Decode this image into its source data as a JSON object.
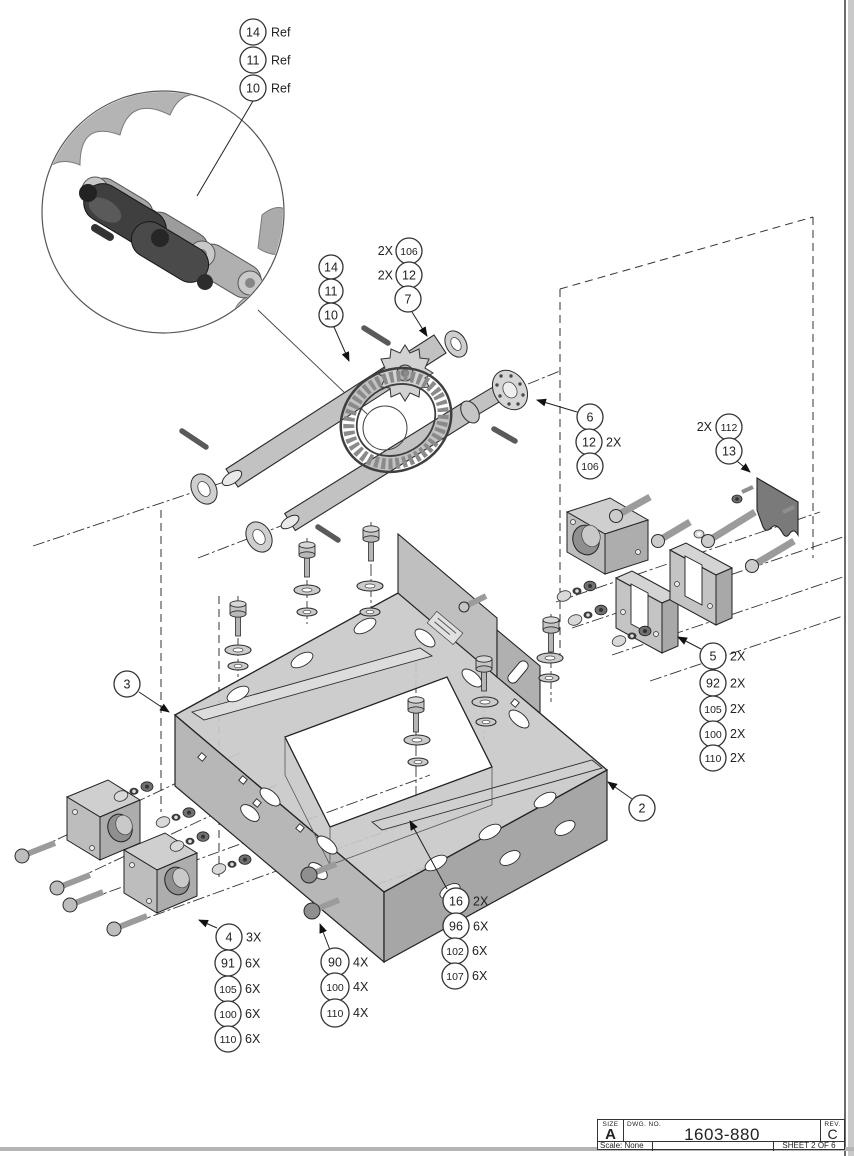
{
  "balloons": {
    "ref_stack": [
      {
        "num": "14",
        "note": "Ref"
      },
      {
        "num": "11",
        "note": "Ref"
      },
      {
        "num": "10",
        "note": "Ref"
      }
    ],
    "chain_stack": [
      {
        "num": "14"
      },
      {
        "num": "11"
      },
      {
        "num": "10"
      }
    ],
    "sprocket_stack": [
      {
        "qty": "2X",
        "num": "106"
      },
      {
        "qty": "2X",
        "num": "12"
      },
      {
        "num": "7"
      }
    ],
    "flange_stack": [
      {
        "num": "6"
      },
      {
        "num": "12",
        "qty": "2X"
      },
      {
        "num": "106"
      }
    ],
    "plate_stack": [
      {
        "qty": "2X",
        "num": "112"
      },
      {
        "num": "13"
      }
    ],
    "slide_stack": [
      {
        "num": "5",
        "qty": "2X"
      },
      {
        "num": "92",
        "qty": "2X"
      },
      {
        "num": "105",
        "qty": "2X"
      },
      {
        "num": "100",
        "qty": "2X"
      },
      {
        "num": "110",
        "qty": "2X"
      }
    ],
    "frame_left": {
      "num": "3"
    },
    "frame_right": {
      "num": "2"
    },
    "block_stack": [
      {
        "num": "4",
        "qty": "3X"
      },
      {
        "num": "91",
        "qty": "6X"
      },
      {
        "num": "105",
        "qty": "6X"
      },
      {
        "num": "100",
        "qty": "6X"
      },
      {
        "num": "110",
        "qty": "6X"
      }
    ],
    "bolt_stack": [
      {
        "num": "90",
        "qty": "4X"
      },
      {
        "num": "100",
        "qty": "4X"
      },
      {
        "num": "110",
        "qty": "4X"
      }
    ],
    "rail_stack": [
      {
        "num": "16",
        "qty": "2X"
      },
      {
        "num": "96",
        "qty": "6X"
      },
      {
        "num": "102",
        "qty": "6X"
      },
      {
        "num": "107",
        "qty": "6X"
      }
    ]
  },
  "title_block": {
    "size_label": "SIZE",
    "size_value": "A",
    "dwg_label": "DWG.  NO.",
    "dwg_value": "1603-880",
    "rev_label": "REV.",
    "rev_value": "C",
    "scale_text": "Scale: None",
    "sheet_text": "SHEET 2 OF 6"
  }
}
